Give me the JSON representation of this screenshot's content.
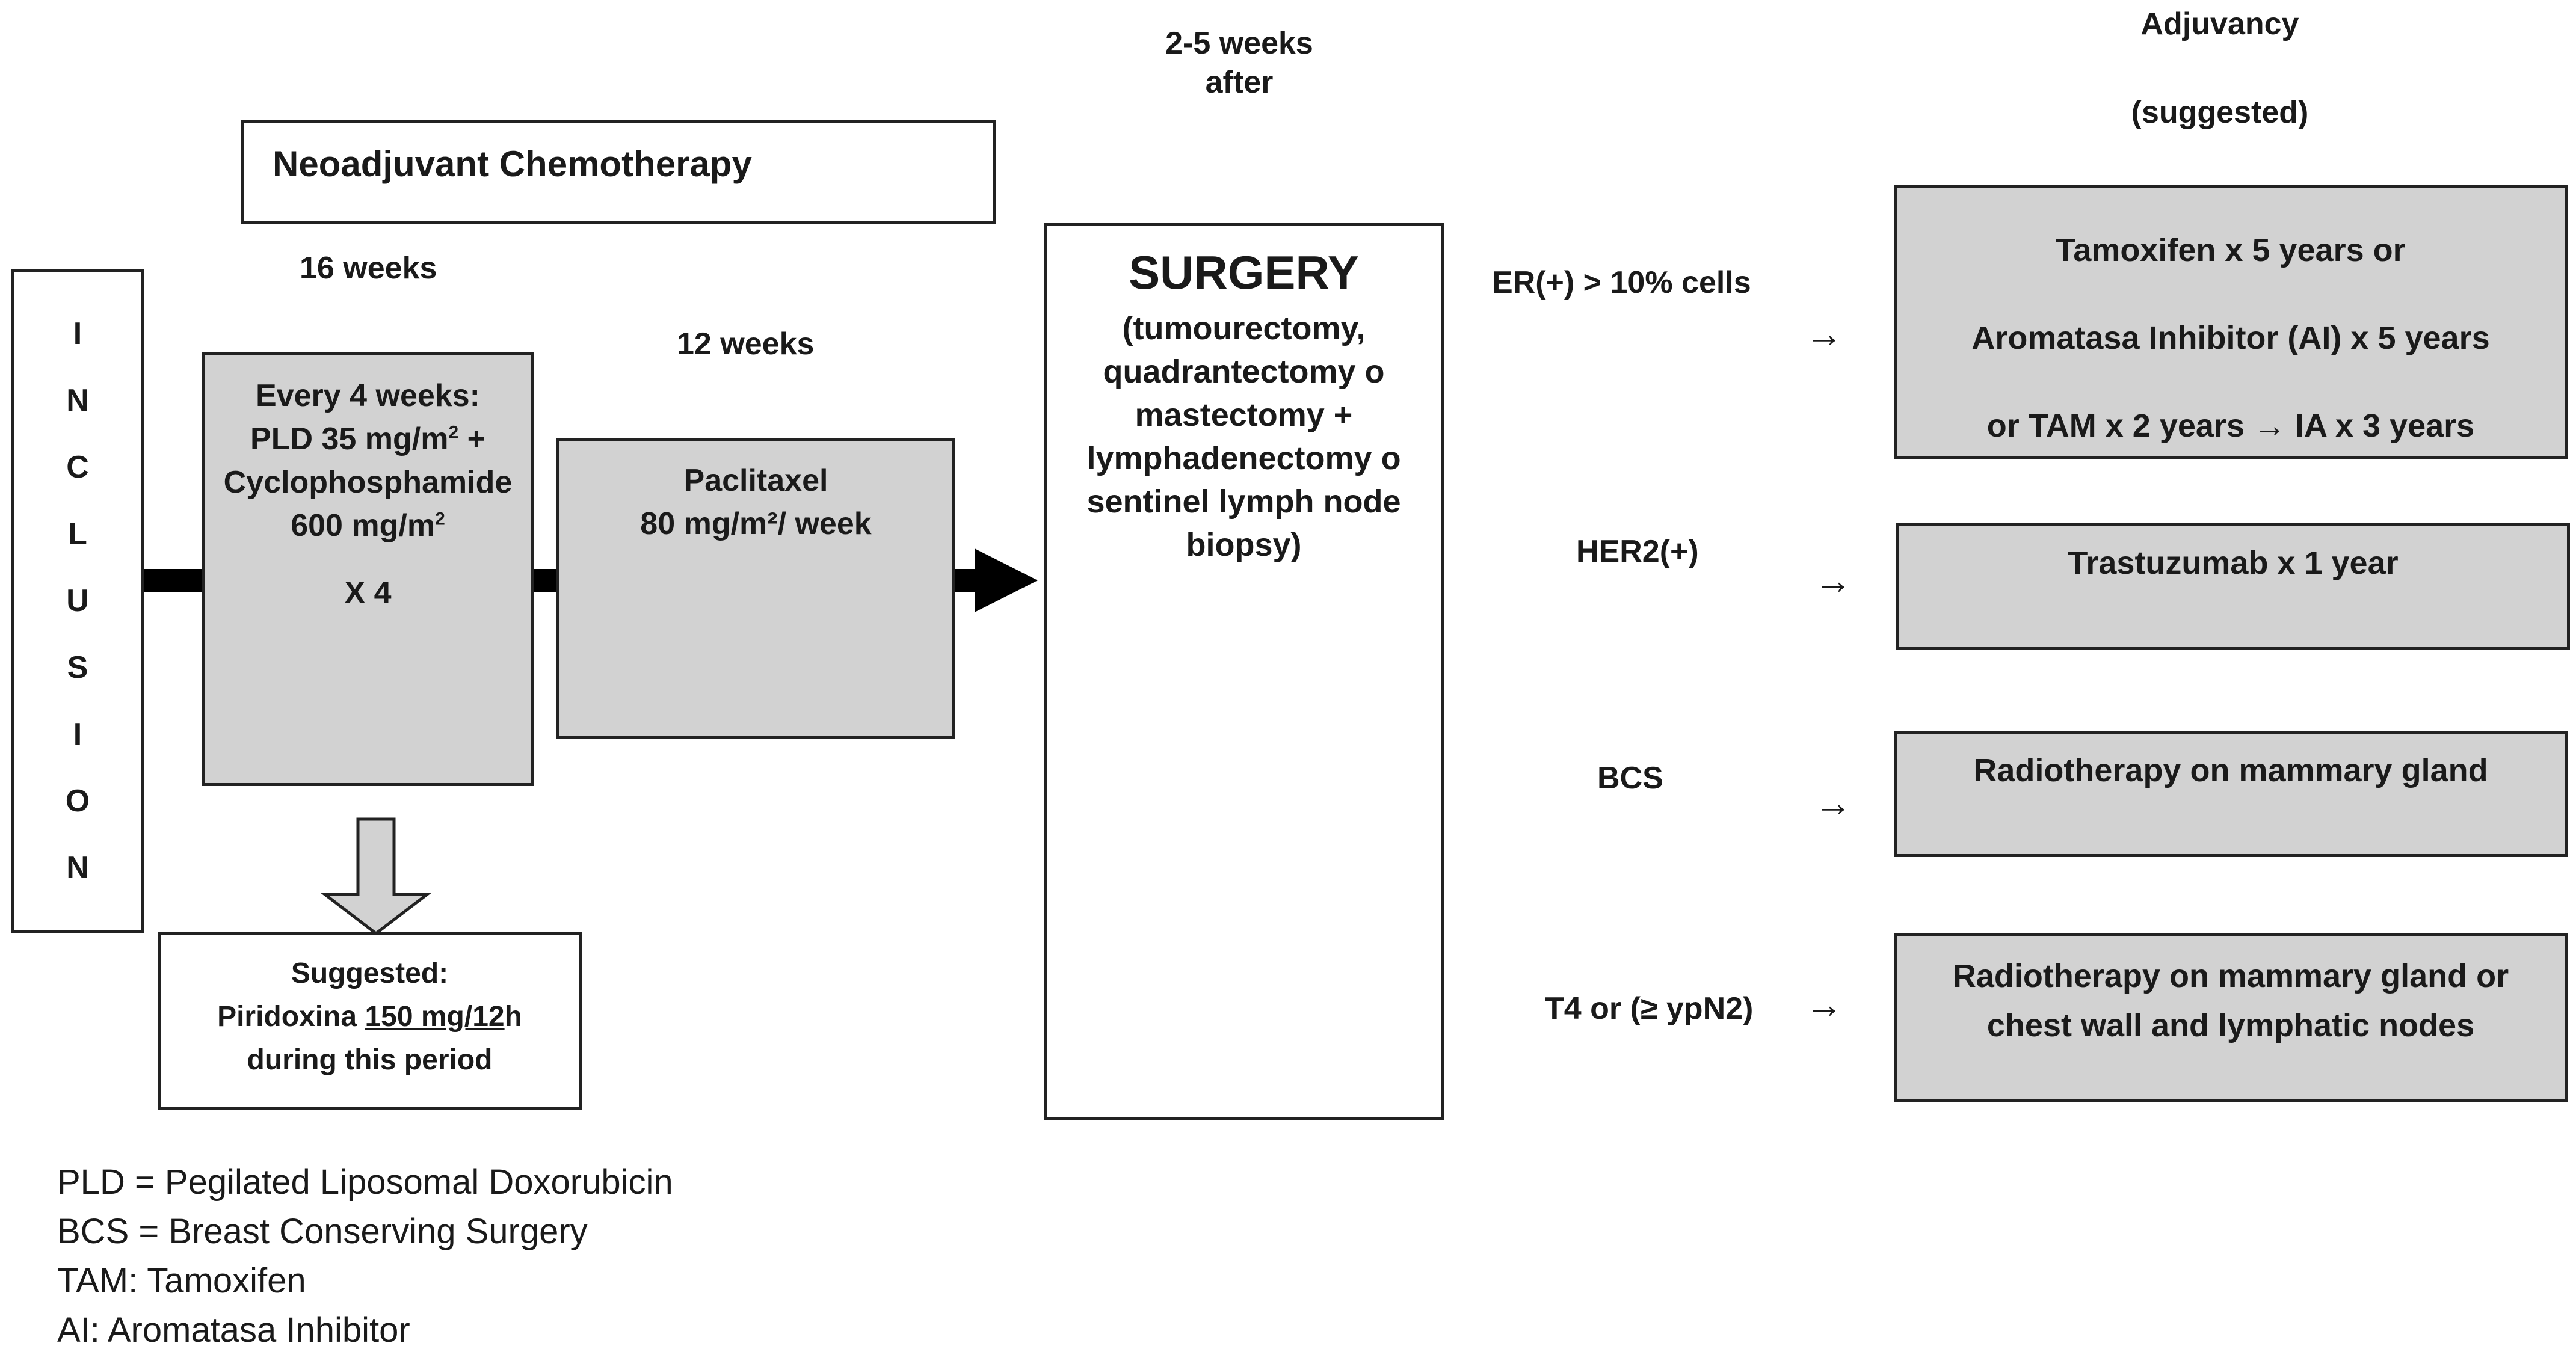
{
  "header": {
    "timing": [
      "2-5 weeks",
      "after"
    ],
    "adjuvancy_title": "Adjuvancy",
    "adjuvancy_subtitle": "(suggested)"
  },
  "neoadjuvant": {
    "title": "Neoadjuvant Chemotherapy",
    "duration_label": "16 weeks",
    "block1": {
      "line1": "Every 4 weeks:",
      "line2_prefix": "PLD 35 mg/m",
      "line2_sup": "2",
      "line2_suffix": " +",
      "line3": "Cyclophosphamide",
      "line4_prefix": "600 mg/m",
      "line4_sup": "2",
      "line5": "X 4"
    },
    "block2_duration": "12 weeks",
    "block2": {
      "line1": "Paclitaxel",
      "line2": "80 mg/m²/ week"
    }
  },
  "inclusion": {
    "letters": [
      "I",
      "N",
      "C",
      "L",
      "U",
      "S",
      "I",
      "O",
      "N"
    ]
  },
  "suggested": {
    "line1": "Suggested:",
    "line2_prefix": "Piridoxina ",
    "line2_underlined": "150 mg/12",
    "line2_suffix": "h",
    "line3": "during this period"
  },
  "surgery": {
    "title": "SURGERY",
    "lines": [
      "(tumourectomy,",
      "quadrantectomy o",
      "mastectomy +",
      "lymphadenectomy o",
      "sentinel lymph node",
      "biopsy)"
    ]
  },
  "conditions": [
    {
      "label": "ER(+)  > 10% cells",
      "arrow": "→",
      "treatment": [
        "Tamoxifen  x 5 years or",
        "Aromatasa Inhibitor (AI) x 5 years",
        "or TAM x 2 years → IA x 3 years"
      ]
    },
    {
      "label": "HER2(+)",
      "arrow": "→",
      "treatment": [
        "Trastuzumab x 1 year"
      ]
    },
    {
      "label": "BCS",
      "arrow": "→",
      "treatment": [
        "Radiotherapy on mammary gland"
      ]
    },
    {
      "label": "T4 or (≥ ypN2)",
      "arrow": "→",
      "treatment": [
        "Radiotherapy on mammary gland or",
        "chest wall and lymphatic nodes"
      ]
    }
  ],
  "legend": [
    "PLD = Pegilated Liposomal Doxorubicin",
    "BCS = Breast Conserving Surgery",
    "TAM: Tamoxifen",
    "AI: Aromatasa Inhibitor"
  ],
  "colors": {
    "box_fill": "#d2d2d2",
    "border": "#222222",
    "arrow": "#000000"
  }
}
